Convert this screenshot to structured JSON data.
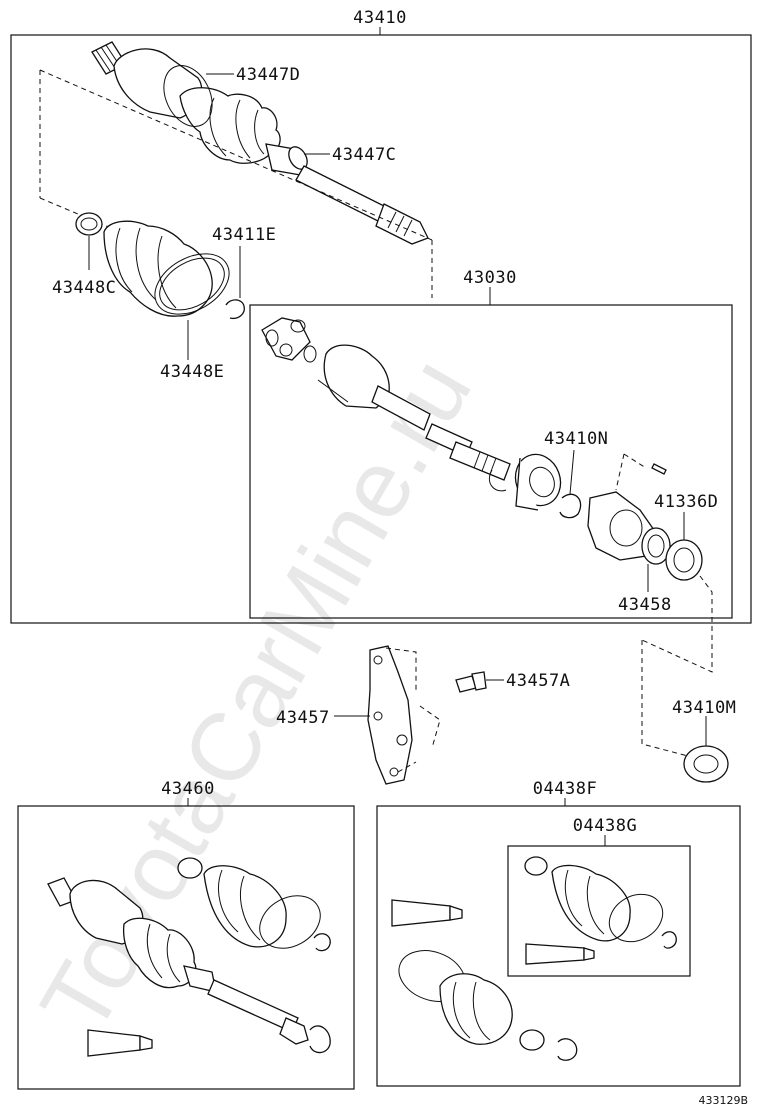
{
  "watermark": "ToyotaCarMine.ru",
  "figure_id": "433129B",
  "groups": {
    "driveshaft_assy": "43410",
    "inboard_joint_assy": "43030",
    "rh_shaft_assy": "43460",
    "boot_kit_outer": "04438F",
    "boot_kit_inner": "04438G"
  },
  "parts": {
    "outer_boot_clamp_large": "43447D",
    "outer_boot_clamp_small": "43447C",
    "inboard_boot_clamp": "43448C",
    "inboard_boot_band": "43448E",
    "snap_ring": "43411E",
    "hole_snap_ring": "43410N",
    "dust_seal": "41336D",
    "bearing_seal": "43458",
    "bearing_bracket": "43457",
    "bracket_bolt": "43457A",
    "dust_deflector": "43410M"
  }
}
